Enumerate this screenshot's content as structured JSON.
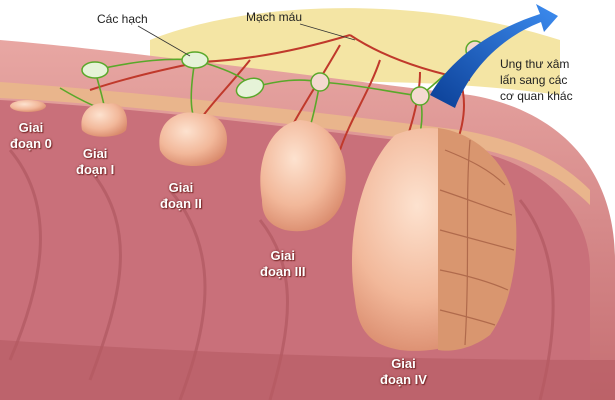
{
  "diagram": {
    "labels": {
      "lymph_nodes": "Các hạch",
      "blood_vessels": "Mạch máu",
      "metastasis": [
        "Ung thư xâm",
        "lấn sang các",
        "cơ quan khác"
      ]
    },
    "stages": [
      {
        "line1": "Giai",
        "line2": "đoạn 0"
      },
      {
        "line1": "Giai",
        "line2": "đoạn I"
      },
      {
        "line1": "Giai",
        "line2": "đoạn II"
      },
      {
        "line1": "Giai",
        "line2": "đoạn III"
      },
      {
        "line1": "Giai",
        "line2": "đoạn IV"
      }
    ]
  },
  "colors": {
    "intestine_wall": "#d98c8c",
    "intestine_inner": "#c86a6e",
    "fat_layer": "#f3e29a",
    "tumor": "#f2b89a",
    "vessel_red": "#c0392b",
    "vessel_green": "#5aa82a",
    "node": "#e6f3d8",
    "arrow": "#1f63c8"
  }
}
